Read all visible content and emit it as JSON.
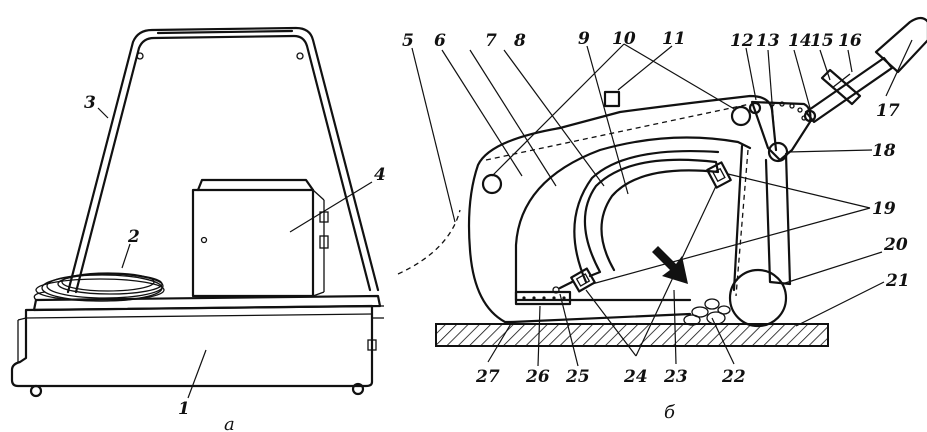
{
  "figure_a": {
    "caption": "а",
    "labels": [
      "1",
      "2",
      "3",
      "4"
    ]
  },
  "figure_b": {
    "caption": "б",
    "labels": [
      "5",
      "6",
      "7",
      "8",
      "9",
      "10",
      "11",
      "12",
      "13",
      "14",
      "15",
      "16",
      "17",
      "18",
      "19",
      "20",
      "21",
      "22",
      "23",
      "24",
      "25",
      "26",
      "27"
    ]
  },
  "colors": {
    "ink": "#111111",
    "paper": "#ffffff"
  }
}
